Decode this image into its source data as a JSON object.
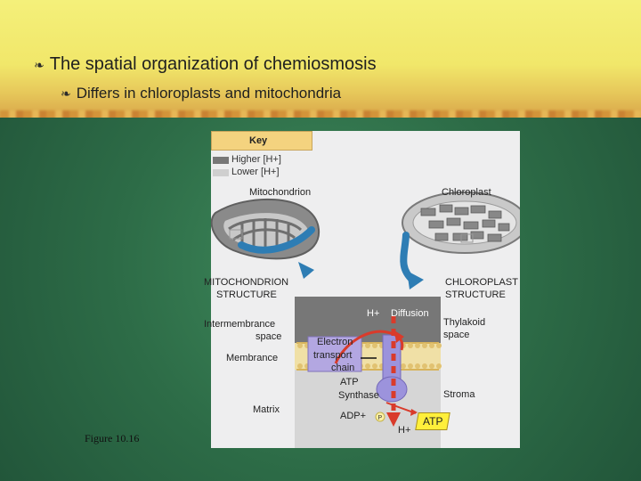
{
  "slide": {
    "bullet_1": "The spatial organization of chemiosmosis",
    "bullet_2": "Differs in chloroplasts and mitochondria",
    "caption": "Figure 10.16"
  },
  "key": {
    "title": "Key",
    "higher": "Higher [H+]",
    "lower": "Lower [H+]"
  },
  "diagram": {
    "mitochondrion": "Mitochondrion",
    "chloroplast": "Chloroplast",
    "mitochondrion_structure_1": "MITOCHONDRION",
    "mitochondrion_structure_2": "STRUCTURE",
    "chloroplast_structure_1": "CHLOROPLAST",
    "chloroplast_structure_2": "STRUCTURE",
    "h_plus_top": "H+",
    "diffusion": "Diffusion",
    "intermembrane_1": "Intermembrance",
    "intermembrane_2": "space",
    "membrance": "Membrance",
    "matrix": "Matrix",
    "thylakoid_1": "Thylakoid",
    "thylakoid_2": "space",
    "stroma": "Stroma",
    "etc_1": "Electron",
    "etc_2": "transport",
    "etc_3": "chain",
    "atp_synthase_1": "ATP",
    "atp_synthase_2": "Synthase",
    "adp_plus": "ADP+",
    "p_circle": "P",
    "h_plus_bottom": "H+",
    "atp": "ATP"
  },
  "colors": {
    "higher": "#777777",
    "lower": "#cfcfcf",
    "accent_red": "#d93b2b",
    "accent_blue": "#2e7db4",
    "atp_yellow": "#ffef3b"
  }
}
